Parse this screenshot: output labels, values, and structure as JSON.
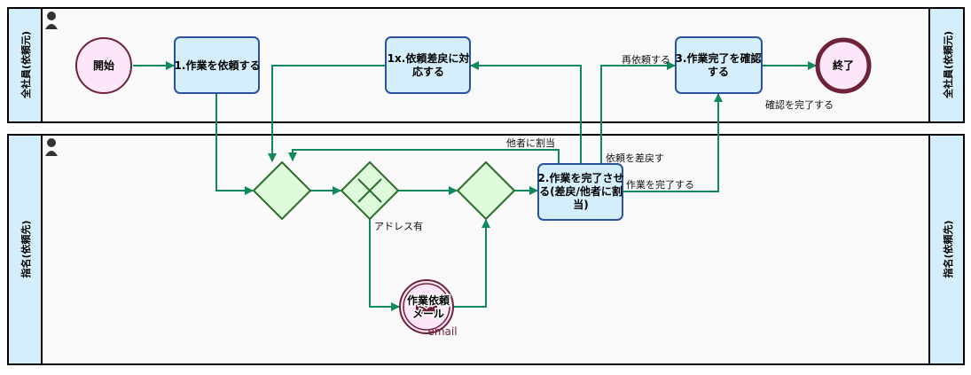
{
  "pools": [
    {
      "label": "全社員(依頼元)"
    },
    {
      "label": "指名(依頼先)"
    }
  ],
  "nodes": {
    "start": "開始",
    "task1": "1.作業を依頼する",
    "task1x": [
      "1x.依頼差戻に対",
      "応する"
    ],
    "task3": [
      "3.作業完了を確認",
      "する"
    ],
    "end": "終了",
    "task2": [
      "2.作業を完了させ",
      "る(差戻/他者に割",
      "当)"
    ],
    "mail": [
      "作業依頼",
      "メール"
    ],
    "mail_sub": "email"
  },
  "edges": {
    "other_assign": "他者に割当",
    "send_back": "依頼を差戻す",
    "re_request": "再依頼する",
    "complete_work": "作業を完了する",
    "confirm_done": "確認を完了する",
    "has_address": "アドレス有"
  },
  "colors": {
    "task_fill": "#d4eefb",
    "task_stroke": "#2a52a0",
    "gateway_fill": "#ddfadb",
    "gateway_stroke": "#2c6b2a",
    "edge": "#0e8a5a",
    "event_stroke": "#6e2238",
    "event_fill": "#fde6fa",
    "lane_header": "#d4eefb"
  }
}
